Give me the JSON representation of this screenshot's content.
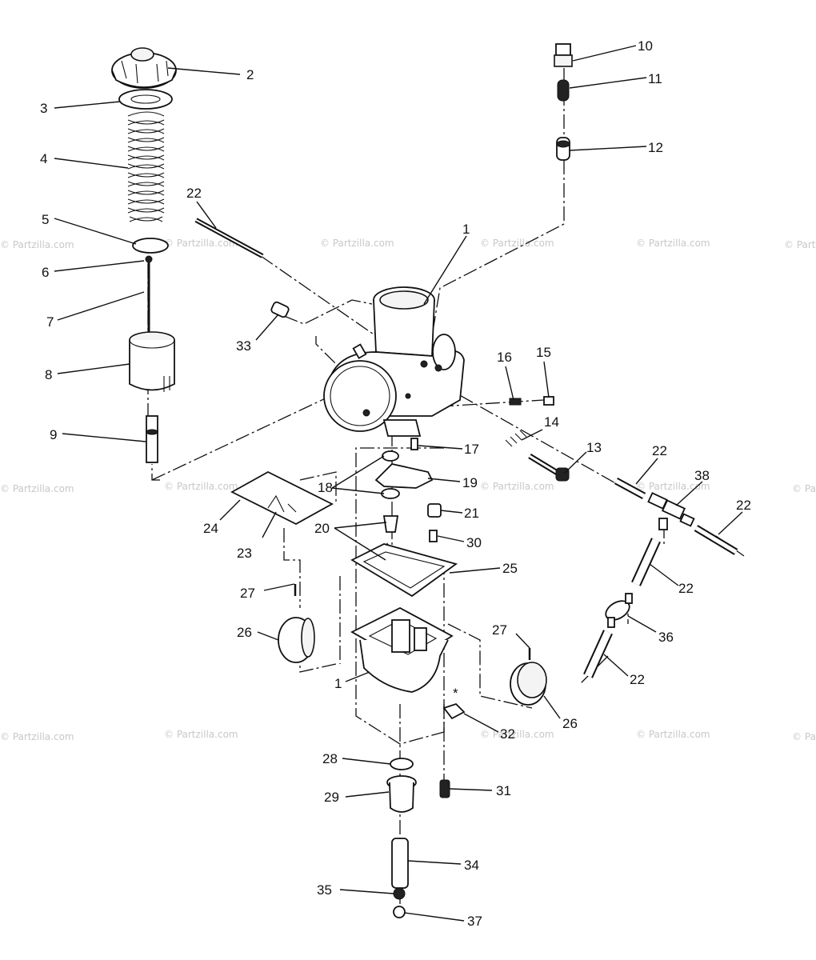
{
  "watermark": "© Partzilla.com",
  "callouts": [
    {
      "id": "c1a",
      "label": "1"
    },
    {
      "id": "c1b",
      "label": "1"
    },
    {
      "id": "c2",
      "label": "2"
    },
    {
      "id": "c3",
      "label": "3"
    },
    {
      "id": "c4",
      "label": "4"
    },
    {
      "id": "c5",
      "label": "5"
    },
    {
      "id": "c6",
      "label": "6"
    },
    {
      "id": "c7",
      "label": "7"
    },
    {
      "id": "c8",
      "label": "8"
    },
    {
      "id": "c9",
      "label": "9"
    },
    {
      "id": "c10",
      "label": "10"
    },
    {
      "id": "c11",
      "label": "11"
    },
    {
      "id": "c12",
      "label": "12"
    },
    {
      "id": "c13",
      "label": "13"
    },
    {
      "id": "c14",
      "label": "14"
    },
    {
      "id": "c15",
      "label": "15"
    },
    {
      "id": "c16",
      "label": "16"
    },
    {
      "id": "c17",
      "label": "17"
    },
    {
      "id": "c18",
      "label": "18"
    },
    {
      "id": "c19",
      "label": "19"
    },
    {
      "id": "c20",
      "label": "20"
    },
    {
      "id": "c21",
      "label": "21"
    },
    {
      "id": "c22a",
      "label": "22"
    },
    {
      "id": "c22b",
      "label": "22"
    },
    {
      "id": "c22c",
      "label": "22"
    },
    {
      "id": "c22d",
      "label": "22"
    },
    {
      "id": "c22e",
      "label": "22"
    },
    {
      "id": "c23",
      "label": "23"
    },
    {
      "id": "c24",
      "label": "24"
    },
    {
      "id": "c25",
      "label": "25"
    },
    {
      "id": "c26a",
      "label": "26"
    },
    {
      "id": "c26b",
      "label": "26"
    },
    {
      "id": "c27a",
      "label": "27"
    },
    {
      "id": "c27b",
      "label": "27"
    },
    {
      "id": "c28",
      "label": "28"
    },
    {
      "id": "c29",
      "label": "29"
    },
    {
      "id": "c30",
      "label": "30"
    },
    {
      "id": "c31",
      "label": "31"
    },
    {
      "id": "c32",
      "label": "32"
    },
    {
      "id": "c33",
      "label": "33"
    },
    {
      "id": "c34",
      "label": "34"
    },
    {
      "id": "c35",
      "label": "35"
    },
    {
      "id": "c36",
      "label": "36"
    },
    {
      "id": "c37",
      "label": "37"
    },
    {
      "id": "c38",
      "label": "38"
    }
  ],
  "asterisk": "*"
}
